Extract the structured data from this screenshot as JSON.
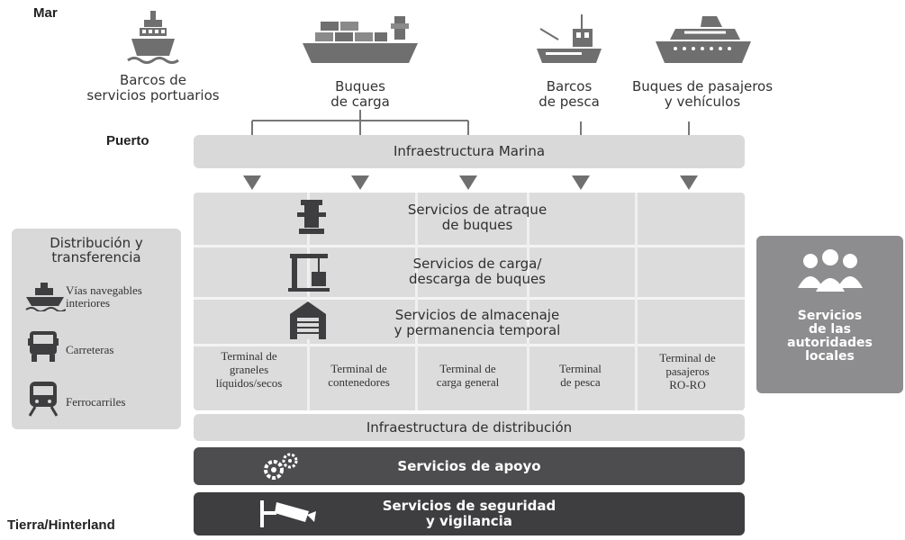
{
  "labels": {
    "sea": "Mar",
    "port": "Puerto",
    "land": "Tierra/Hinterland"
  },
  "vessels": [
    {
      "label": "Barcos de\nservicios portuarios",
      "icon": "tugboat-icon"
    },
    {
      "label": "Buques\nde carga",
      "icon": "container-ship-icon"
    },
    {
      "label": "Barcos\nde pesca",
      "icon": "fishing-boat-icon"
    },
    {
      "label": "Buques de pasajeros\ny vehículos",
      "icon": "ferry-icon"
    }
  ],
  "marine_infrastructure": "Infraestructura Marina",
  "services": [
    {
      "label": "Servicios de atraque\nde buques",
      "icon": "bollard-icon"
    },
    {
      "label": "Servicios de carga/\ndescarga de buques",
      "icon": "crane-icon"
    },
    {
      "label": "Servicios de almacenaje\ny permanencia temporal",
      "icon": "warehouse-icon"
    }
  ],
  "terminals": [
    "Terminal de\ngraneles\nlíquidos/secos",
    "Terminal de\ncontenedores",
    "Terminal de\ncarga general",
    "Terminal\nde pesca",
    "Terminal de\npasajeros\nRO-RO"
  ],
  "distribution_infrastructure": "Infraestructura de distribución",
  "support_services": {
    "label": "Servicios de apoyo",
    "icon": "gears-icon"
  },
  "security_services": {
    "label": "Servicios de seguridad\ny vigilancia",
    "icon": "security-camera-icon"
  },
  "distribution_panel": {
    "title": "Distribución y\ntransferencia",
    "items": [
      {
        "label": "Vías navegables\ninteriores",
        "icon": "barge-icon"
      },
      {
        "label": "Carreteras",
        "icon": "truck-icon"
      },
      {
        "label": "Ferrocarriles",
        "icon": "train-icon"
      }
    ]
  },
  "authorities_panel": {
    "title": "Servicios\nde las\nautoridades\nlocales",
    "icon": "people-group-icon"
  },
  "colors": {
    "light_band": "#d9d9d9",
    "dark_band": "#4d4d4f",
    "darker_band": "#3e3e40",
    "authorities": "#8d8d8f",
    "connector": "#777777"
  }
}
